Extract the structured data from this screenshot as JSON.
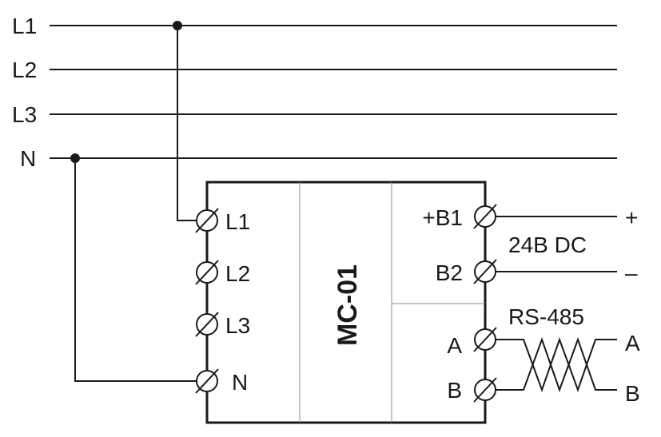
{
  "bus": {
    "l1": "L1",
    "l2": "L2",
    "l3": "L3",
    "n": "N"
  },
  "device": {
    "model": "MC-01",
    "terminals_left": [
      "L1",
      "L2",
      "L3",
      "N"
    ],
    "terminals_power": [
      "+B1",
      "B2"
    ],
    "terminals_rs485": [
      "A",
      "B"
    ]
  },
  "power_supply": {
    "label": "24B DC",
    "plus": "+",
    "minus": "–"
  },
  "rs485": {
    "label": "RS-485",
    "a": "A",
    "b": "B"
  }
}
